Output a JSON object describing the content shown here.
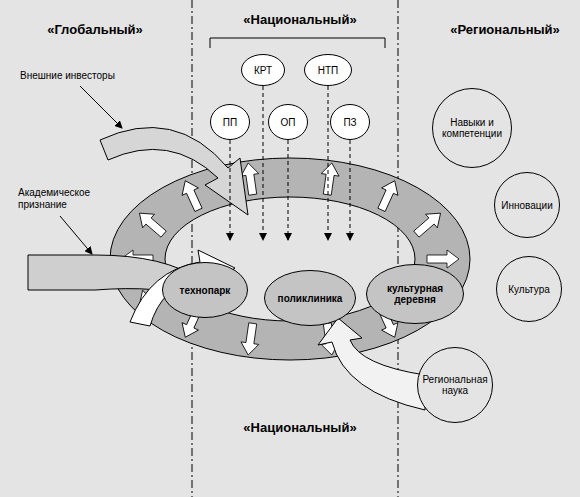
{
  "diagram": {
    "nodes": [
      {
        "text": [
          "КРТ"
        ]
      },
      {
        "text": [
          "НТП"
        ]
      },
      {
        "text": [
          "ПП"
        ]
      },
      {
        "text": [
          "ОП"
        ]
      },
      {
        "text": [
          "ПЗ"
        ]
      },
      {
        "text": [
          "Навыки и компетенции"
        ]
      },
      {
        "text": [
          "Инновации"
        ]
      },
      {
        "text": [
          "технопарк"
        ]
      },
      {
        "text": [
          "поликлиника"
        ]
      },
      {
        "text": [
          "культурная деревня"
        ]
      },
      {
        "text": [
          "Культура"
        ]
      },
      {
        "text": [
          "Региональная наука"
        ]
      }
    ],
    "labels": [
      "«Глобальный»",
      "«Национальный»",
      "«Региональный»",
      "Внешние инвесторы",
      "Академическое признание",
      "«Национальный»"
    ]
  }
}
